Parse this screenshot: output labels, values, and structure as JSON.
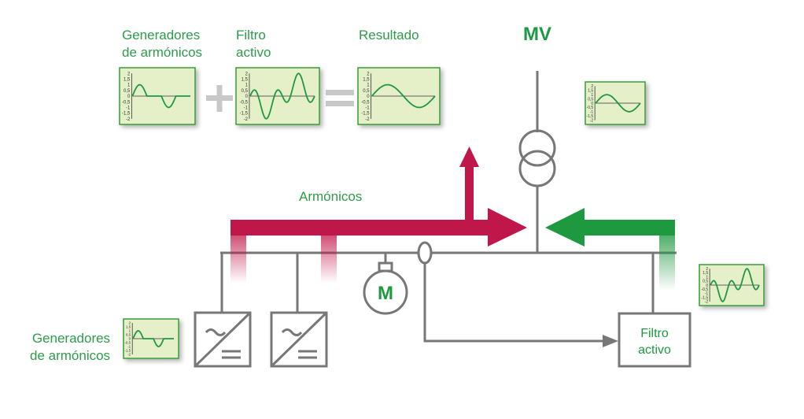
{
  "labels": {
    "gen_top": [
      "Generadores",
      "de armónicos"
    ],
    "filter_top": [
      "Filtro",
      "activo"
    ],
    "result": "Resultado",
    "mv": "MV",
    "harmonics": "Armónicos",
    "gen_bottom": [
      "Generadores",
      "de armónicos"
    ],
    "filter_box": [
      "Filtro",
      "activo"
    ],
    "motor": "M"
  },
  "axis_ticks": [
    "2",
    "1,5",
    "1",
    "0,5",
    "0",
    "-0,5",
    "-1",
    "-1,5",
    "-2"
  ],
  "colors": {
    "harmonic": "#c0174a",
    "filter": "#1e9940",
    "line": "#777777",
    "panel_fill": "#e5f0c8",
    "panel_border": "#3a9a3a"
  }
}
